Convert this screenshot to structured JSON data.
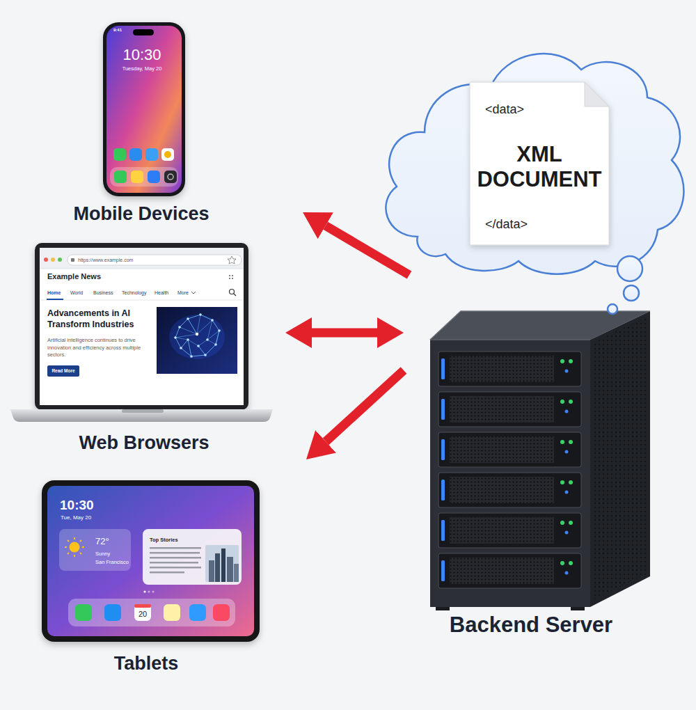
{
  "diagram": {
    "nodes": [
      {
        "text": [
          "Mobile Devices"
        ]
      },
      {
        "text": [
          "<data>",
          "XML DOCUMENT",
          "</data>"
        ]
      },
      {
        "text": [
          "Web Browsers"
        ]
      },
      {
        "text": [
          "Backend Server"
        ]
      },
      {
        "text": [
          "Tablets"
        ]
      }
    ],
    "edges": [
      {
        "from": 3,
        "to": 0,
        "arrow": "to"
      },
      {
        "from": 2,
        "to": 3,
        "arrow": "both"
      },
      {
        "from": 3,
        "to": 4,
        "arrow": "to"
      }
    ],
    "labels": [
      "9:41",
      "10:30",
      "Tuesday, May 20",
      "https://www.example.com",
      "Example News",
      "Home",
      "World",
      "Business",
      "Technology",
      "Health",
      "More",
      "Advancements in AI Transform Industries",
      "Artificial intelligence continues to drive innovation and efficiency across multiple sectors.",
      "Read More",
      "10:30",
      "Tue, May 20",
      "72°",
      "Sunny",
      "San Francisco",
      "Top Stories",
      "20"
    ]
  }
}
